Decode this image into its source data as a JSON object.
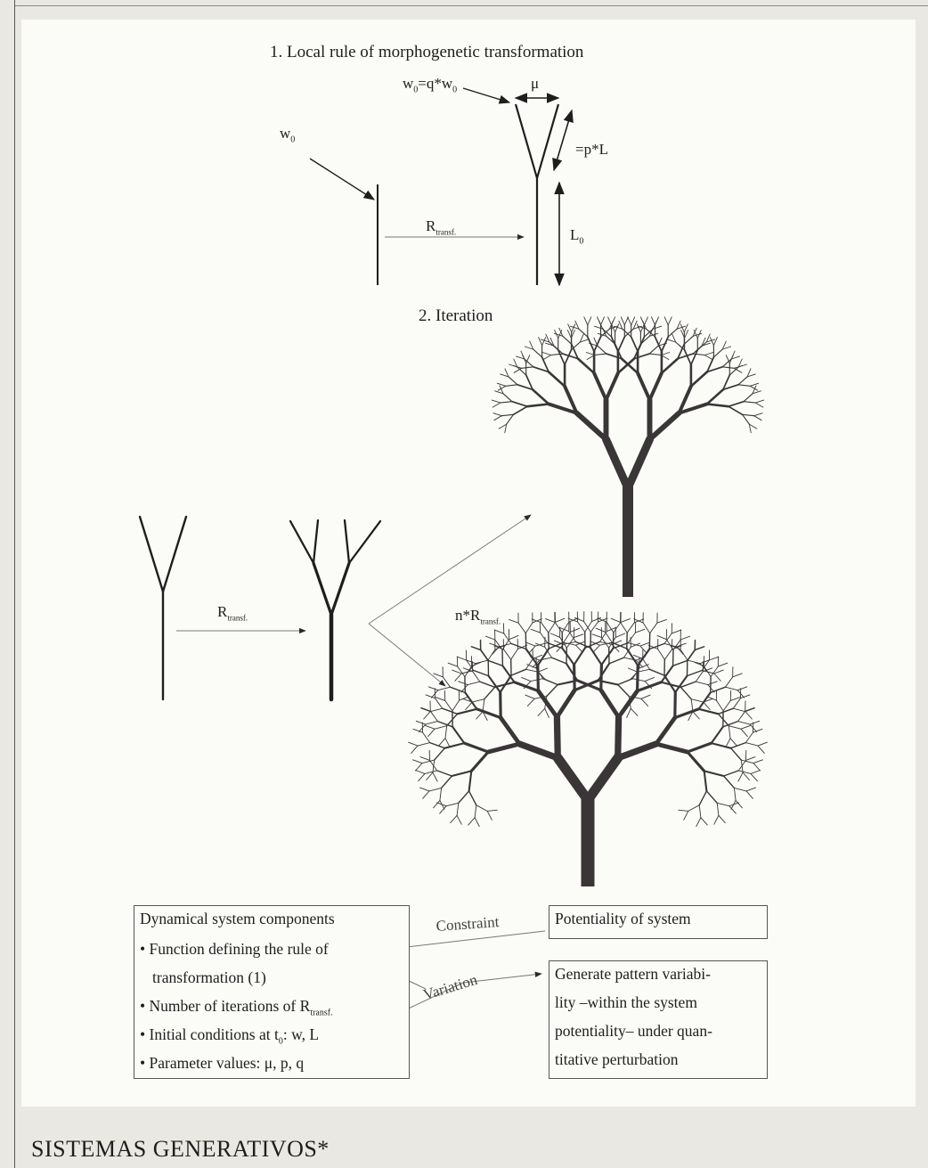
{
  "diagram": {
    "section1_title": "1. Local rule of morphogenetic transformation",
    "section2_title": "2. Iteration",
    "w_eq": "w",
    "w_eq_sub": "0",
    "w_eq_rhs": "=q*w",
    "w_eq_rhs_sub": "0",
    "mu": "μ",
    "pL": "=p*L",
    "w0": "w",
    "w0_sub": "0",
    "L0": "L",
    "L0_sub": "0",
    "R1": "R",
    "R1_sub": "transf.",
    "R2": "R",
    "R2_sub": "transf.",
    "nR": "n*R",
    "nR_sub": "transf.",
    "constraint": "Constraint",
    "variation": "Variation"
  },
  "components_box": {
    "title": "Dynamical system components",
    "item1_line1": "Function defining the rule of",
    "item1_line2": "transformation (1)",
    "item2": "Number of iterations of R",
    "item2_sub": "transf.",
    "item3": "Initial conditions at t",
    "item3_sub": "0",
    "item3_rest": ": w, L",
    "item4": "Parameter values: μ, p, q"
  },
  "potentiality_box": {
    "text": "Potentiality of system"
  },
  "variability_box": {
    "line1": "Generate pattern variabi-",
    "line2": "lity –within the system",
    "line3": "potentiality– under quan-",
    "line4": "titative perturbation"
  },
  "footer": "SISTEMAS GENERATIVOS*",
  "colors": {
    "ink": "#1e1e1e",
    "tree": "#3a3638",
    "paper": "#fbfbf8",
    "background": "#e9e8e3",
    "arrow_thin": "#888888"
  }
}
